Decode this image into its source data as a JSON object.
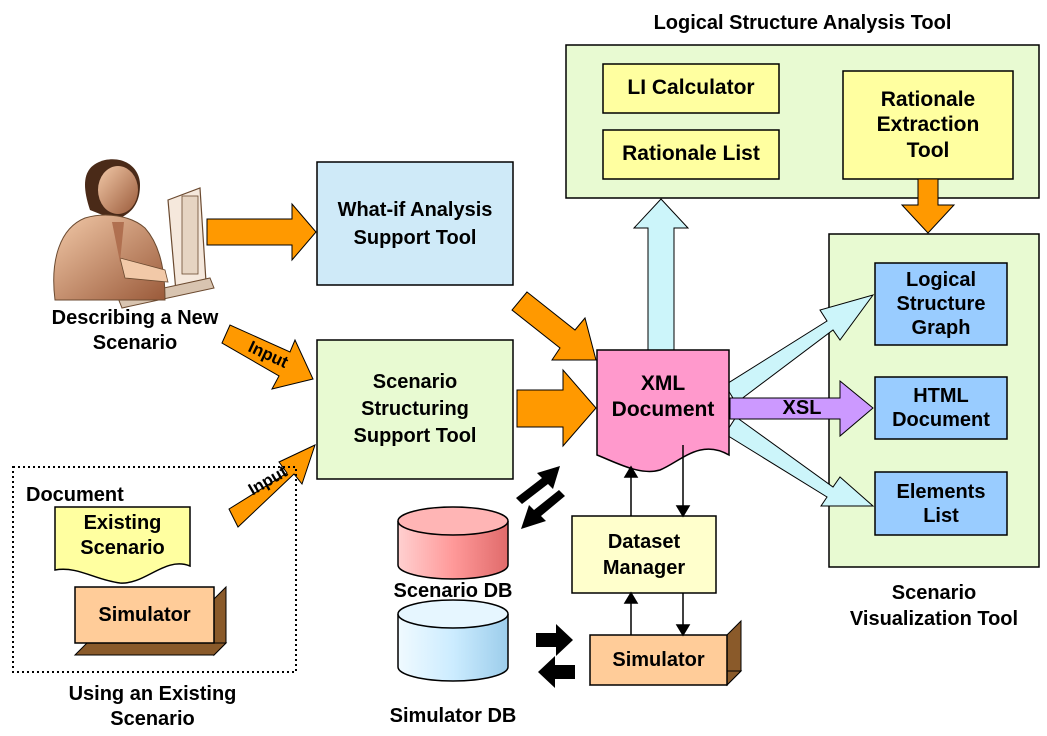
{
  "labels": {
    "analysis_tool_title": "Logical Structure Analysis Tool",
    "li_calculator": "LI Calculator",
    "rationale_list": "Rationale List",
    "rationale_extraction_tool": "Rationale\nExtraction\nTool",
    "what_if_tool": "What-if Analysis\nSupport Tool",
    "structuring_tool": "Scenario\nStructuring\nSupport Tool",
    "xml_document": "XML\nDocument",
    "xsl": "XSL",
    "logical_structure_graph": "Logical\nStructure\nGraph",
    "html_document": "HTML\nDocument",
    "elements_list": "Elements\nList",
    "visualization_tool": "Scenario\nVisualization Tool",
    "describing_new_scenario": "Describing a New\nScenario",
    "input_1": "Input",
    "input_2": "Input",
    "document_label": "Document",
    "existing_scenario": "Existing\nScenario",
    "simulator_left": "Simulator",
    "using_existing_scenario": "Using an Existing\nScenario",
    "scenario_db": "Scenario DB",
    "dataset_manager": "Dataset\nManager",
    "simulator_db": "Simulator DB",
    "simulator_right": "Simulator"
  },
  "icons": {
    "user": "person-at-computer-icon",
    "scenario_db": "database-cylinder-icon",
    "simulator_db": "database-cylinder-icon"
  },
  "colors": {
    "analysis_panel": "#E8FAD2",
    "visualization_panel": "#E8FAD2",
    "yellow_box": "#FFFFA0",
    "what_if_box": "#CFEAF8",
    "structuring_box": "#E8FAD2",
    "xml_document": "#FF99CC",
    "output_box": "#99CCFF",
    "dataset_manager": "#FFFFCC",
    "simulator_box": "#FFCC99",
    "orange_arrow": "#FF9900",
    "light_blue_arrow": "#CCF5FA",
    "xsl_arrow": "#CC99FF",
    "scenario_db": "#FF9999",
    "simulator_db": "#CCECFF"
  }
}
